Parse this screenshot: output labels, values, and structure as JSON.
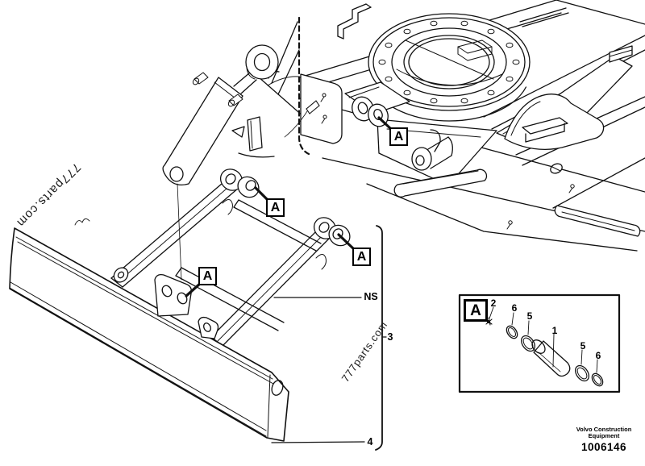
{
  "watermarks": {
    "left": "777parts.com",
    "middle": "777parts.com"
  },
  "callouts": {
    "letter": "A",
    "ns": "NS",
    "item_3": "3",
    "item_4": "4"
  },
  "detail_box": {
    "letter": "A",
    "part_labels": [
      "2",
      "6",
      "5",
      "1",
      "5",
      "6"
    ]
  },
  "footer": {
    "brand_line_1": "Volvo Construction",
    "brand_line_2": "Equipment",
    "figure_number": "1006146"
  }
}
